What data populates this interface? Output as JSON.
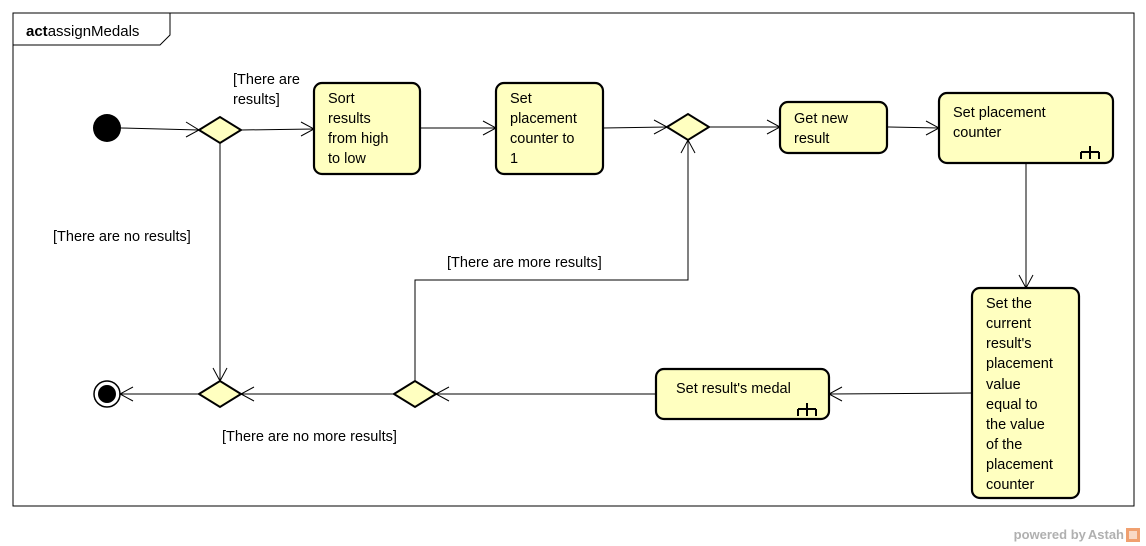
{
  "frame": {
    "keyword": "act",
    "name": "assignMedals"
  },
  "actions": {
    "sort": [
      "Sort",
      "results",
      "from high",
      "to low"
    ],
    "set_counter_1": [
      "Set",
      "placement",
      "counter to",
      "1"
    ],
    "get_result": [
      "Get new",
      "result"
    ],
    "set_counter": [
      "Set placement",
      "counter"
    ],
    "set_value": [
      "Set the",
      "current",
      "result's",
      "placement",
      "value",
      "equal to",
      "the value",
      "of the",
      "placement",
      "counter"
    ],
    "set_medal": [
      "Set result's medal"
    ]
  },
  "guards": {
    "there_are_results": [
      "[There are",
      "results]"
    ],
    "no_results": "[There are no results]",
    "more_results": "[There are more results]",
    "no_more_results": "[There are no more results]"
  },
  "watermark": {
    "prefix": "powered by",
    "brand": "Astah"
  },
  "colors": {
    "action_fill": "#ffffc0",
    "stroke": "#000000",
    "watermark": "#b0b0b0"
  }
}
